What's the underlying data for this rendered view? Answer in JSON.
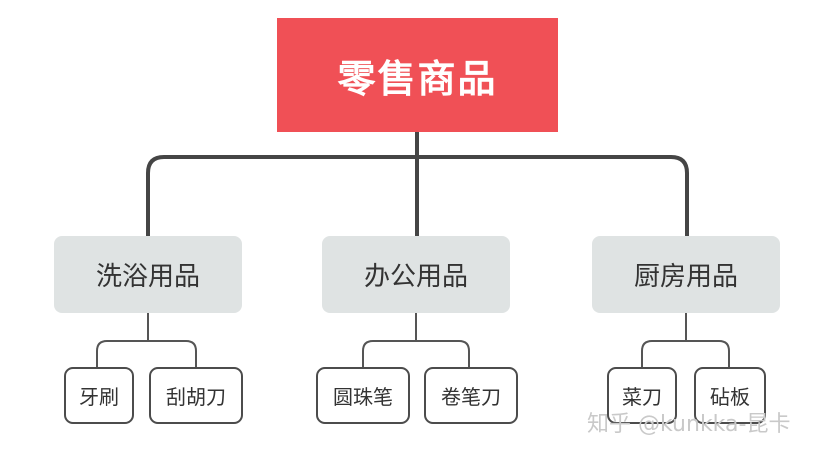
{
  "diagram": {
    "root": "零售商品",
    "categories": [
      {
        "label": "洗浴用品",
        "items": [
          "牙刷",
          "刮胡刀"
        ]
      },
      {
        "label": "办公用品",
        "items": [
          "圆珠笔",
          "卷笔刀"
        ]
      },
      {
        "label": "厨房用品",
        "items": [
          "菜刀",
          "砧板"
        ]
      }
    ]
  },
  "watermark": "知乎 @kunkka-昆卡",
  "colors": {
    "root_fill": "#f05056",
    "category_fill": "#dfe3e3",
    "connector": "#454545",
    "leaf_border": "#4c4c4c"
  }
}
